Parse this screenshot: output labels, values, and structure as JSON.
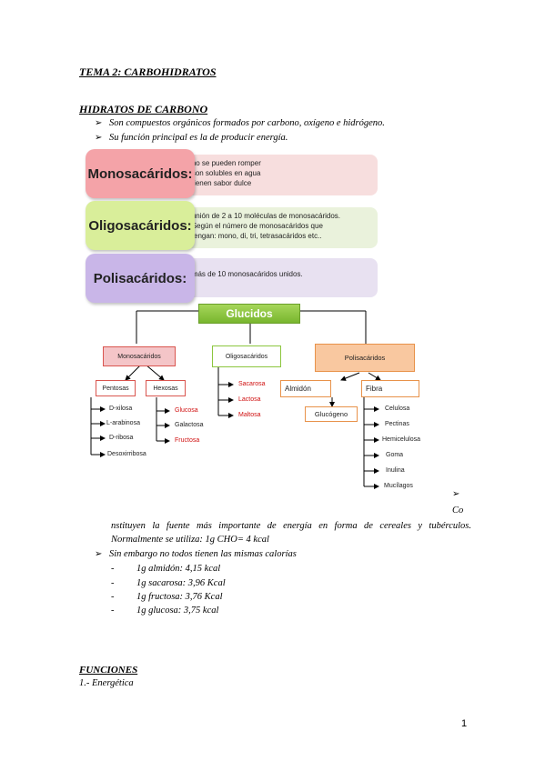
{
  "header": {
    "title": "TEMA 2: CARBOHIDRATOS"
  },
  "section1": {
    "heading": "HIDRATOS DE CARBONO",
    "bullets": [
      "Son compuestos orgánicos formados por carbono, oxígeno e hidrógeno.",
      "Su función principal es la de producir energía."
    ]
  },
  "categories": [
    {
      "name": "Monosacáridos:",
      "points": [
        "no se pueden romper",
        "son solubles en agua",
        "tienen sabor dulce"
      ]
    },
    {
      "name": "Oligosacáridos:",
      "points": [
        "unión de 2 a 10 moléculas de monosacáridos.",
        "Según el número de monosacáridos que",
        "tengan: mono, di, tri, tetrasacáridos etc.."
      ]
    },
    {
      "name": "Polisacáridos:",
      "points": [
        "más de 10 monosacáridos unidos."
      ]
    }
  ],
  "diagram": {
    "root": "Glucidos",
    "mono": {
      "label": "Monosacáridos",
      "pentosas": {
        "label": "Pentosas",
        "items": [
          "D-xilosa",
          "L-arabinosa",
          "D-ribosa",
          "Desoxirribosa"
        ]
      },
      "hexosas": {
        "label": "Hexosas",
        "items": [
          "Glucosa",
          "Galactosa",
          "Fructosa"
        ]
      }
    },
    "oligo": {
      "label": "Oligosacáridos",
      "items": [
        "Sacarosa",
        "Lactosa",
        "Maltosa"
      ]
    },
    "poli": {
      "label": "Polisacáridos",
      "almidon": "Almidón",
      "glucogeno": "Glucógeno",
      "fibra": {
        "label": "Fibra",
        "items": [
          "Celulosa",
          "Pectinas",
          "Hemicelulosa",
          "Goma",
          "Inulina",
          "Mucílagos"
        ]
      }
    }
  },
  "body": {
    "co_fragment": "Co",
    "paragraph_line1": "nstituyen la fuente más importante de energía en forma de cereales y tubérculos.",
    "paragraph_line2": "Normalmente se utiliza: 1g CHO= 4 kcal",
    "bullet3": "Sin embargo no todos tienen las mismas calorías",
    "calories": [
      "1g almidón: 4,15 kcal",
      "1g sacarosa: 3,96 Kcal",
      "1g fructosa: 3,76 Kcal",
      "1g glucosa: 3,75 kcal"
    ]
  },
  "section2": {
    "heading": "FUNCIONES",
    "item1": "1.- Energética"
  },
  "footer": {
    "page_number": "1"
  },
  "colors": {
    "mono_box": "#f4a3a8",
    "mono_desc": "#f7dede",
    "oligo_box": "#d9ee9a",
    "oligo_desc": "#eaf2dc",
    "poli_box": "#c9b6e8",
    "poli_desc": "#e8e1f1",
    "glucidos": "#8cc63e",
    "poli_node": "#f9c8a0",
    "red_accent": "#d01010"
  }
}
